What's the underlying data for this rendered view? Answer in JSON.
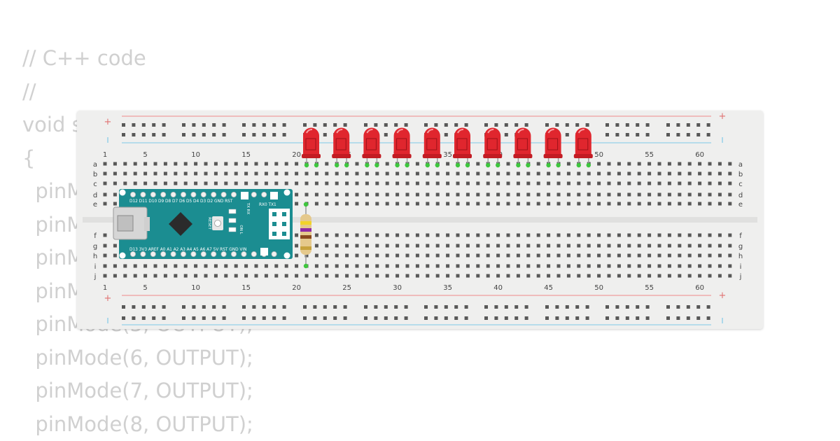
{
  "code": {
    "lines": [
      "// C++ code",
      "//",
      "void setup()",
      "{",
      "  pinMode(2, OUTPUT);",
      "  pinMode(3, OUTPUT);",
      "  pinMode(4, OUTPUT);",
      "  pinMode(5, OUTPUT);",
      "  pinMode(5, OUTPUT);",
      "  pinMode(6, OUTPUT);",
      "  pinMode(7, OUTPUT);",
      "  pinMode(8, OUTPUT);"
    ]
  },
  "breadboard": {
    "column_numbers": [
      "1",
      "5",
      "10",
      "15",
      "20",
      "25",
      "30",
      "35",
      "40",
      "45",
      "50",
      "55",
      "60"
    ],
    "row_labels_top": [
      "a",
      "b",
      "c",
      "d",
      "e"
    ],
    "row_labels_bottom": [
      "f",
      "g",
      "h",
      "i",
      "j"
    ],
    "rail_plus": "+",
    "rail_minus_color": "#7ec8e8",
    "rail_plus_color": "#ef8a8a"
  },
  "arduino": {
    "top_pin_labels": "D12 D11 D10 D9  D8  D7  D6  D5  D4  D3  D2 GND RST",
    "top_right_labels": "RX0 TX1",
    "bottom_pin_labels": "D13 3V3 AREF A0  A1  A2  A3  A4  A5  A6  A7  5V  RST GND VIN",
    "reset_label": "RESET",
    "tx_rx_label": "TX RX",
    "on_l_label": "ON L",
    "board_color": "#1b8d91"
  },
  "leds": {
    "count": 10,
    "color": "#e0262e"
  },
  "resistor": {
    "bands": [
      "#f2d32b",
      "#8e2aa4",
      "#8a4a1e",
      "#c7a33e"
    ]
  }
}
